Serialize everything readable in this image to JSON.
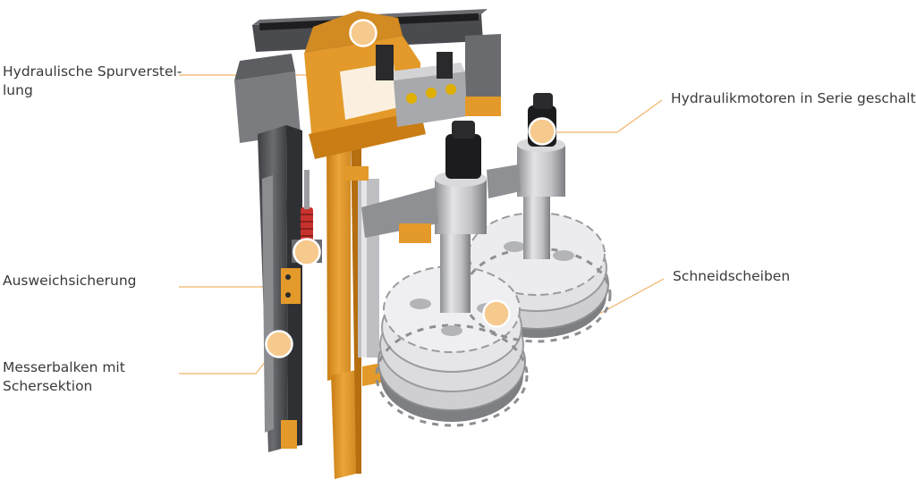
{
  "labels": {
    "spur_line1": "Hydraulische Spurverstel-",
    "spur_line2": "lung",
    "motoren": "Hydraulikmotoren in Serie geschaltet",
    "ausweich": "Ausweichsicherung",
    "schneid": "Schneidscheiben",
    "messer_line1": "Messerbalken mit",
    "messer_line2": "Schersektion"
  },
  "colors": {
    "frame_orange": "#e39a2a",
    "steel_light": "#d6d6d8",
    "steel_mid": "#a9a9ad",
    "steel_dark": "#55565a",
    "hydraulic_black": "#1c1c1e",
    "marker_fill": "#f6c98c",
    "leader_line": "#f2b36b",
    "text": "#3a3a3a"
  }
}
